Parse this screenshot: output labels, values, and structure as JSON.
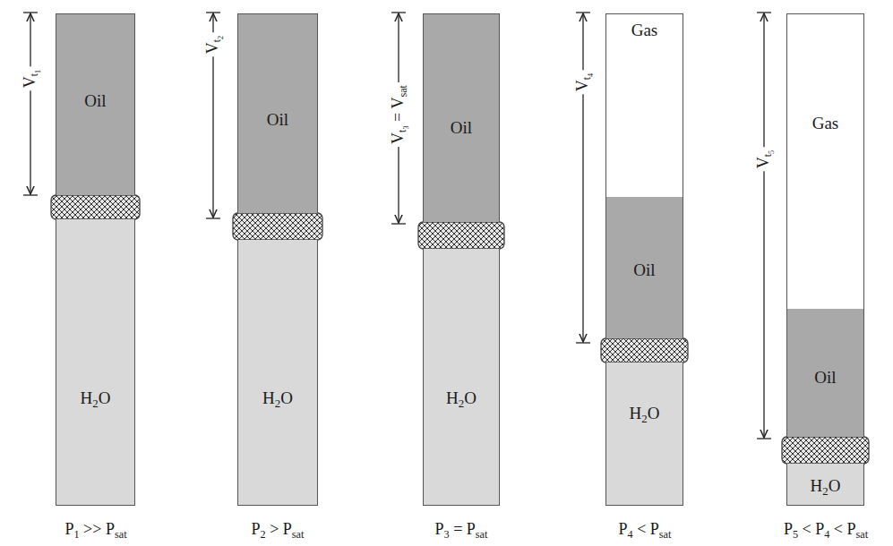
{
  "diagram": {
    "nodes": [
      {
        "text": [
          "Oil"
        ]
      },
      {
        "text": [
          "H2O"
        ]
      },
      {
        "text": [
          "Oil"
        ]
      },
      {
        "text": [
          "H2O"
        ]
      },
      {
        "text": [
          "Oil"
        ]
      },
      {
        "text": [
          "H2O"
        ]
      },
      {
        "text": [
          "Gas"
        ]
      },
      {
        "text": [
          "Oil"
        ]
      },
      {
        "text": [
          "H2O"
        ]
      },
      {
        "text": [
          "Gas"
        ]
      },
      {
        "text": [
          "Oil"
        ]
      },
      {
        "text": [
          "H2O"
        ]
      }
    ],
    "labels": [
      "Vt1",
      "Vt2",
      "Vt3 = Vsat",
      "Vt4",
      "Vt5",
      "P1 >> Psat",
      "P2 > Psat",
      "P3 = Psat",
      "P4 < Psat",
      "P5 < P4 < Psat"
    ]
  }
}
